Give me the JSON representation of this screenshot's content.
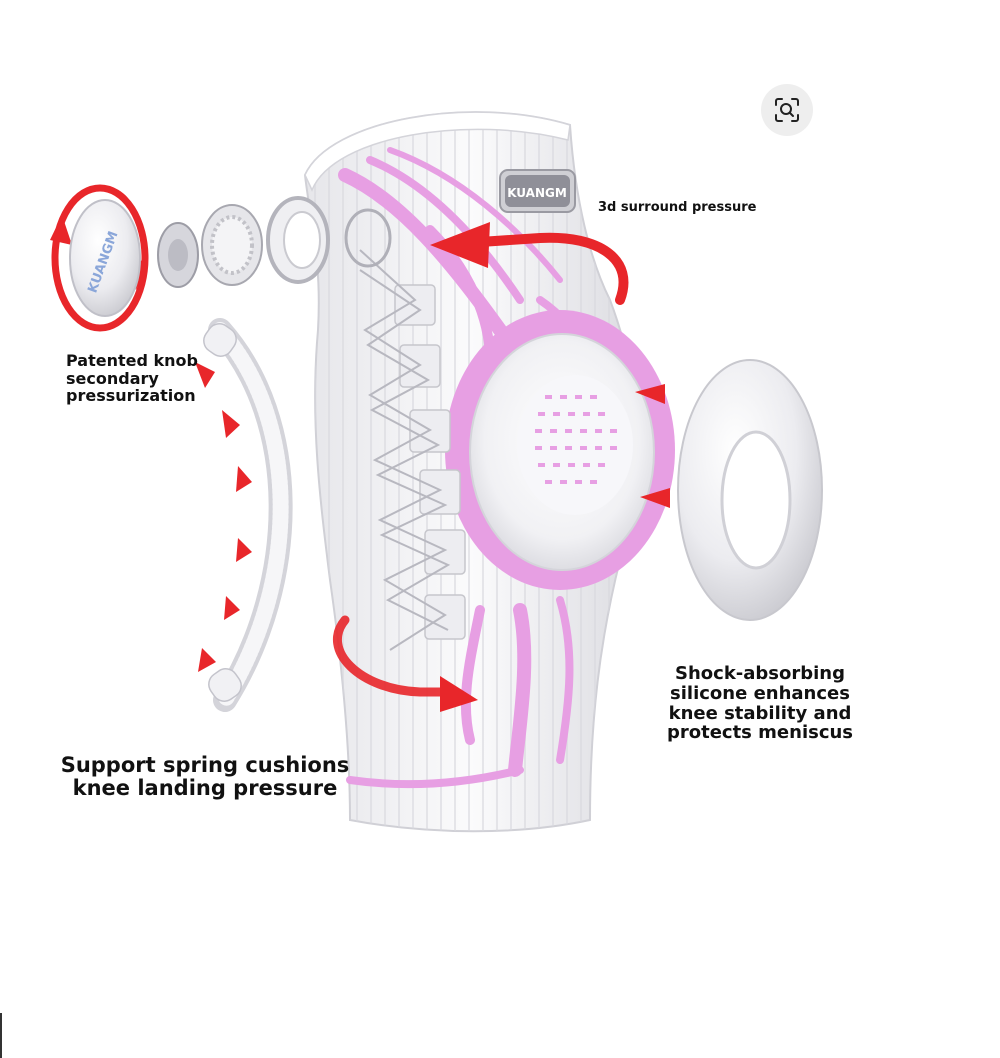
{
  "captions": {
    "three_d": "3d surround pressure",
    "knob": [
      "Patented knob",
      "secondary",
      "pressurization"
    ],
    "shock": [
      "Shock-absorbing",
      "silicone enhances",
      "knee stability and",
      "protects meniscus"
    ],
    "spring": [
      "Support spring cushions",
      "knee landing pressure"
    ]
  },
  "logo": {
    "brand": "KUANGM"
  },
  "icons": {
    "visual_search": "visual-search-icon"
  },
  "colors": {
    "accent_pink": "#e79fe3",
    "arrow_red": "#e8262a",
    "sleeve_white": "#f4f4f6"
  }
}
